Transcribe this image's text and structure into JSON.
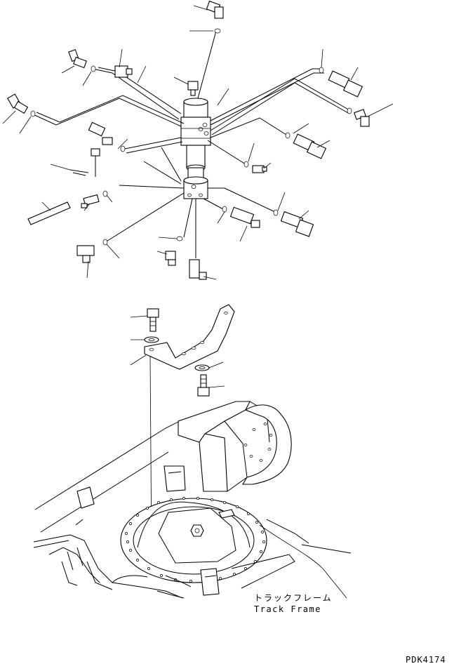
{
  "labels": {
    "track_frame_jp": "トラックフレーム",
    "track_frame_en": "Track Frame",
    "drawing_code": "PDK4174"
  }
}
